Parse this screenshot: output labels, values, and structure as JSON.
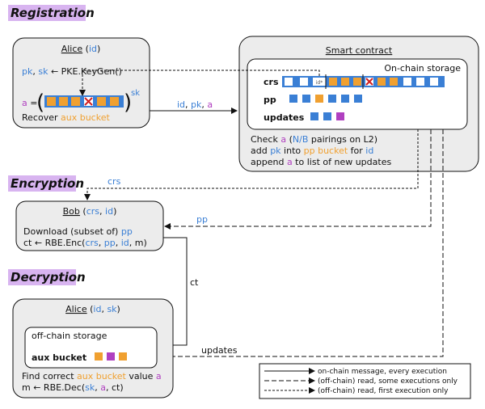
{
  "colors": {
    "box_fill": "#ececec",
    "section_highlight": "#d8b4f0",
    "blue": "#3a7fd5",
    "orange": "#f0a030",
    "purple": "#b040c0",
    "red_x": "#d21e1e"
  },
  "sections": {
    "registration": "Registration",
    "encryption": "Encryption",
    "decryption": "Decryption"
  },
  "alice_reg": {
    "title": "Alice",
    "id": "id",
    "keygen_pk": "pk",
    "keygen_sep": ", ",
    "keygen_sk": "sk",
    "keygen_rest": " ← PKE.KeyGen()",
    "a_label": "a",
    "eq": " = ",
    "sk_sup": "sk",
    "recover_prefix": "Recover ",
    "recover_val": "aux bucket"
  },
  "smart_contract": {
    "title": "Smart contract",
    "storage_title": "On-chain storage",
    "crs_label": "crs",
    "crs_cell_text": "id*",
    "pp_label": "pp",
    "updates_label": "updates",
    "check_prefix": "Check ",
    "check_a": "a",
    "check_paren": " (",
    "check_nb": "N/B",
    "check_rest": " pairings on L2)",
    "add_prefix": "add ",
    "add_pk": "pk",
    "add_mid": " into ",
    "add_pp": "pp bucket",
    "add_for": " for ",
    "add_id": "id",
    "append_prefix": "append ",
    "append_a": "a",
    "append_rest": " to list of new updates"
  },
  "arrow_labels": {
    "reg_id": "id",
    "reg_sep1": ", ",
    "reg_pk": "pk",
    "reg_sep2": ", ",
    "reg_a": "a",
    "crs": "crs",
    "pp": "pp",
    "ct": "ct",
    "updates": "updates"
  },
  "bob": {
    "title": "Bob",
    "open": " (",
    "crs": "crs",
    "comma": ", ",
    "id": "id",
    "close": ")",
    "download_prefix": "Download (subset of) ",
    "download_pp": "pp",
    "enc_prefix": "ct ← RBE.Enc(",
    "enc_crs": "crs",
    "enc_c1": ", ",
    "enc_pp": "pp",
    "enc_c2": ", ",
    "enc_id": "id",
    "enc_rest": ", m)"
  },
  "alice_dec": {
    "title": "Alice",
    "open": " (",
    "id": "id",
    "comma": ", ",
    "sk": "sk",
    "close": ")",
    "storage_title": "off-chain storage",
    "aux_label": "aux bucket",
    "find_prefix": "Find correct ",
    "find_aux": "aux bucket",
    "find_mid": " value ",
    "find_a": "a",
    "dec_prefix": "m ← RBE.Dec(",
    "dec_sk": "sk",
    "dec_c1": ", ",
    "dec_a": "a",
    "dec_rest": ", ct)"
  },
  "legend": {
    "solid": "on-chain message, every execution",
    "dashed": "(off-chain) read, some executions only",
    "dotted": "(off-chain) read, first execution only"
  }
}
